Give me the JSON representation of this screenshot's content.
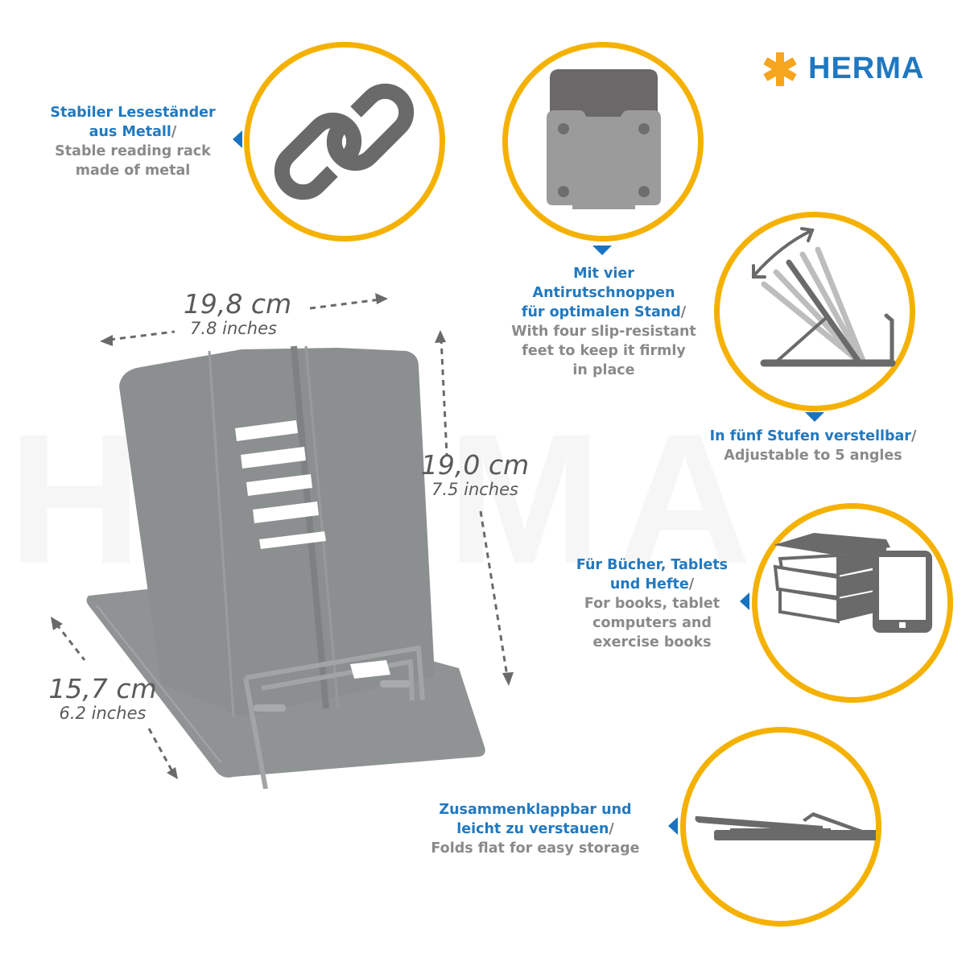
{
  "brand": {
    "name": "HERMA",
    "logo_icon": "asterisk-star-icon",
    "colors": {
      "blue": "#1f78c1",
      "orange": "#f5a51e",
      "ring_yellow": "#f5b100",
      "icon_gray": "#6b6a6a",
      "text_gray": "#8a8a8a"
    }
  },
  "watermark": "HERMA",
  "features": [
    {
      "id": "metal",
      "icon": "chain-link-icon",
      "de": "Stabiler Leseständer aus Metall",
      "de_lines": [
        "Stabiler Leseständer",
        "aus Metall"
      ],
      "slash": "/",
      "en_lines": [
        "Stable reading rack",
        "made of metal"
      ]
    },
    {
      "id": "feet",
      "icon": "non-slip-feet-icon",
      "de_lines": [
        "Mit vier",
        "Antirutschnoppen",
        "für optimalen Stand"
      ],
      "slash": "/",
      "en_lines": [
        "With four slip-resistant",
        "feet to keep it firmly",
        "in place"
      ]
    },
    {
      "id": "angles",
      "icon": "adjustable-angle-icon",
      "de_lines": [
        "In fünf Stufen verstellbar"
      ],
      "slash": "/",
      "en_lines": [
        "Adjustable to 5 angles"
      ]
    },
    {
      "id": "books",
      "icon": "books-tablet-icon",
      "de_lines": [
        "Für Bücher, Tablets",
        "und Hefte"
      ],
      "slash": "/",
      "en_lines": [
        "For books, tablet",
        "computers and",
        "exercise books"
      ]
    },
    {
      "id": "fold",
      "icon": "folded-flat-icon",
      "de_lines": [
        "Zusammenklappbar und",
        "leicht zu verstauen"
      ],
      "slash": "/",
      "en_lines": [
        "Folds flat for easy storage"
      ]
    }
  ],
  "dimensions": {
    "width": {
      "metric": "19,8 cm",
      "imperial": "7.8 inches"
    },
    "height": {
      "metric": "19,0 cm",
      "imperial": "7.5 inches"
    },
    "depth": {
      "metric": "15,7 cm",
      "imperial": "6.2 inches"
    }
  },
  "product": {
    "name": "reading-stand",
    "color": "#8e9192"
  }
}
